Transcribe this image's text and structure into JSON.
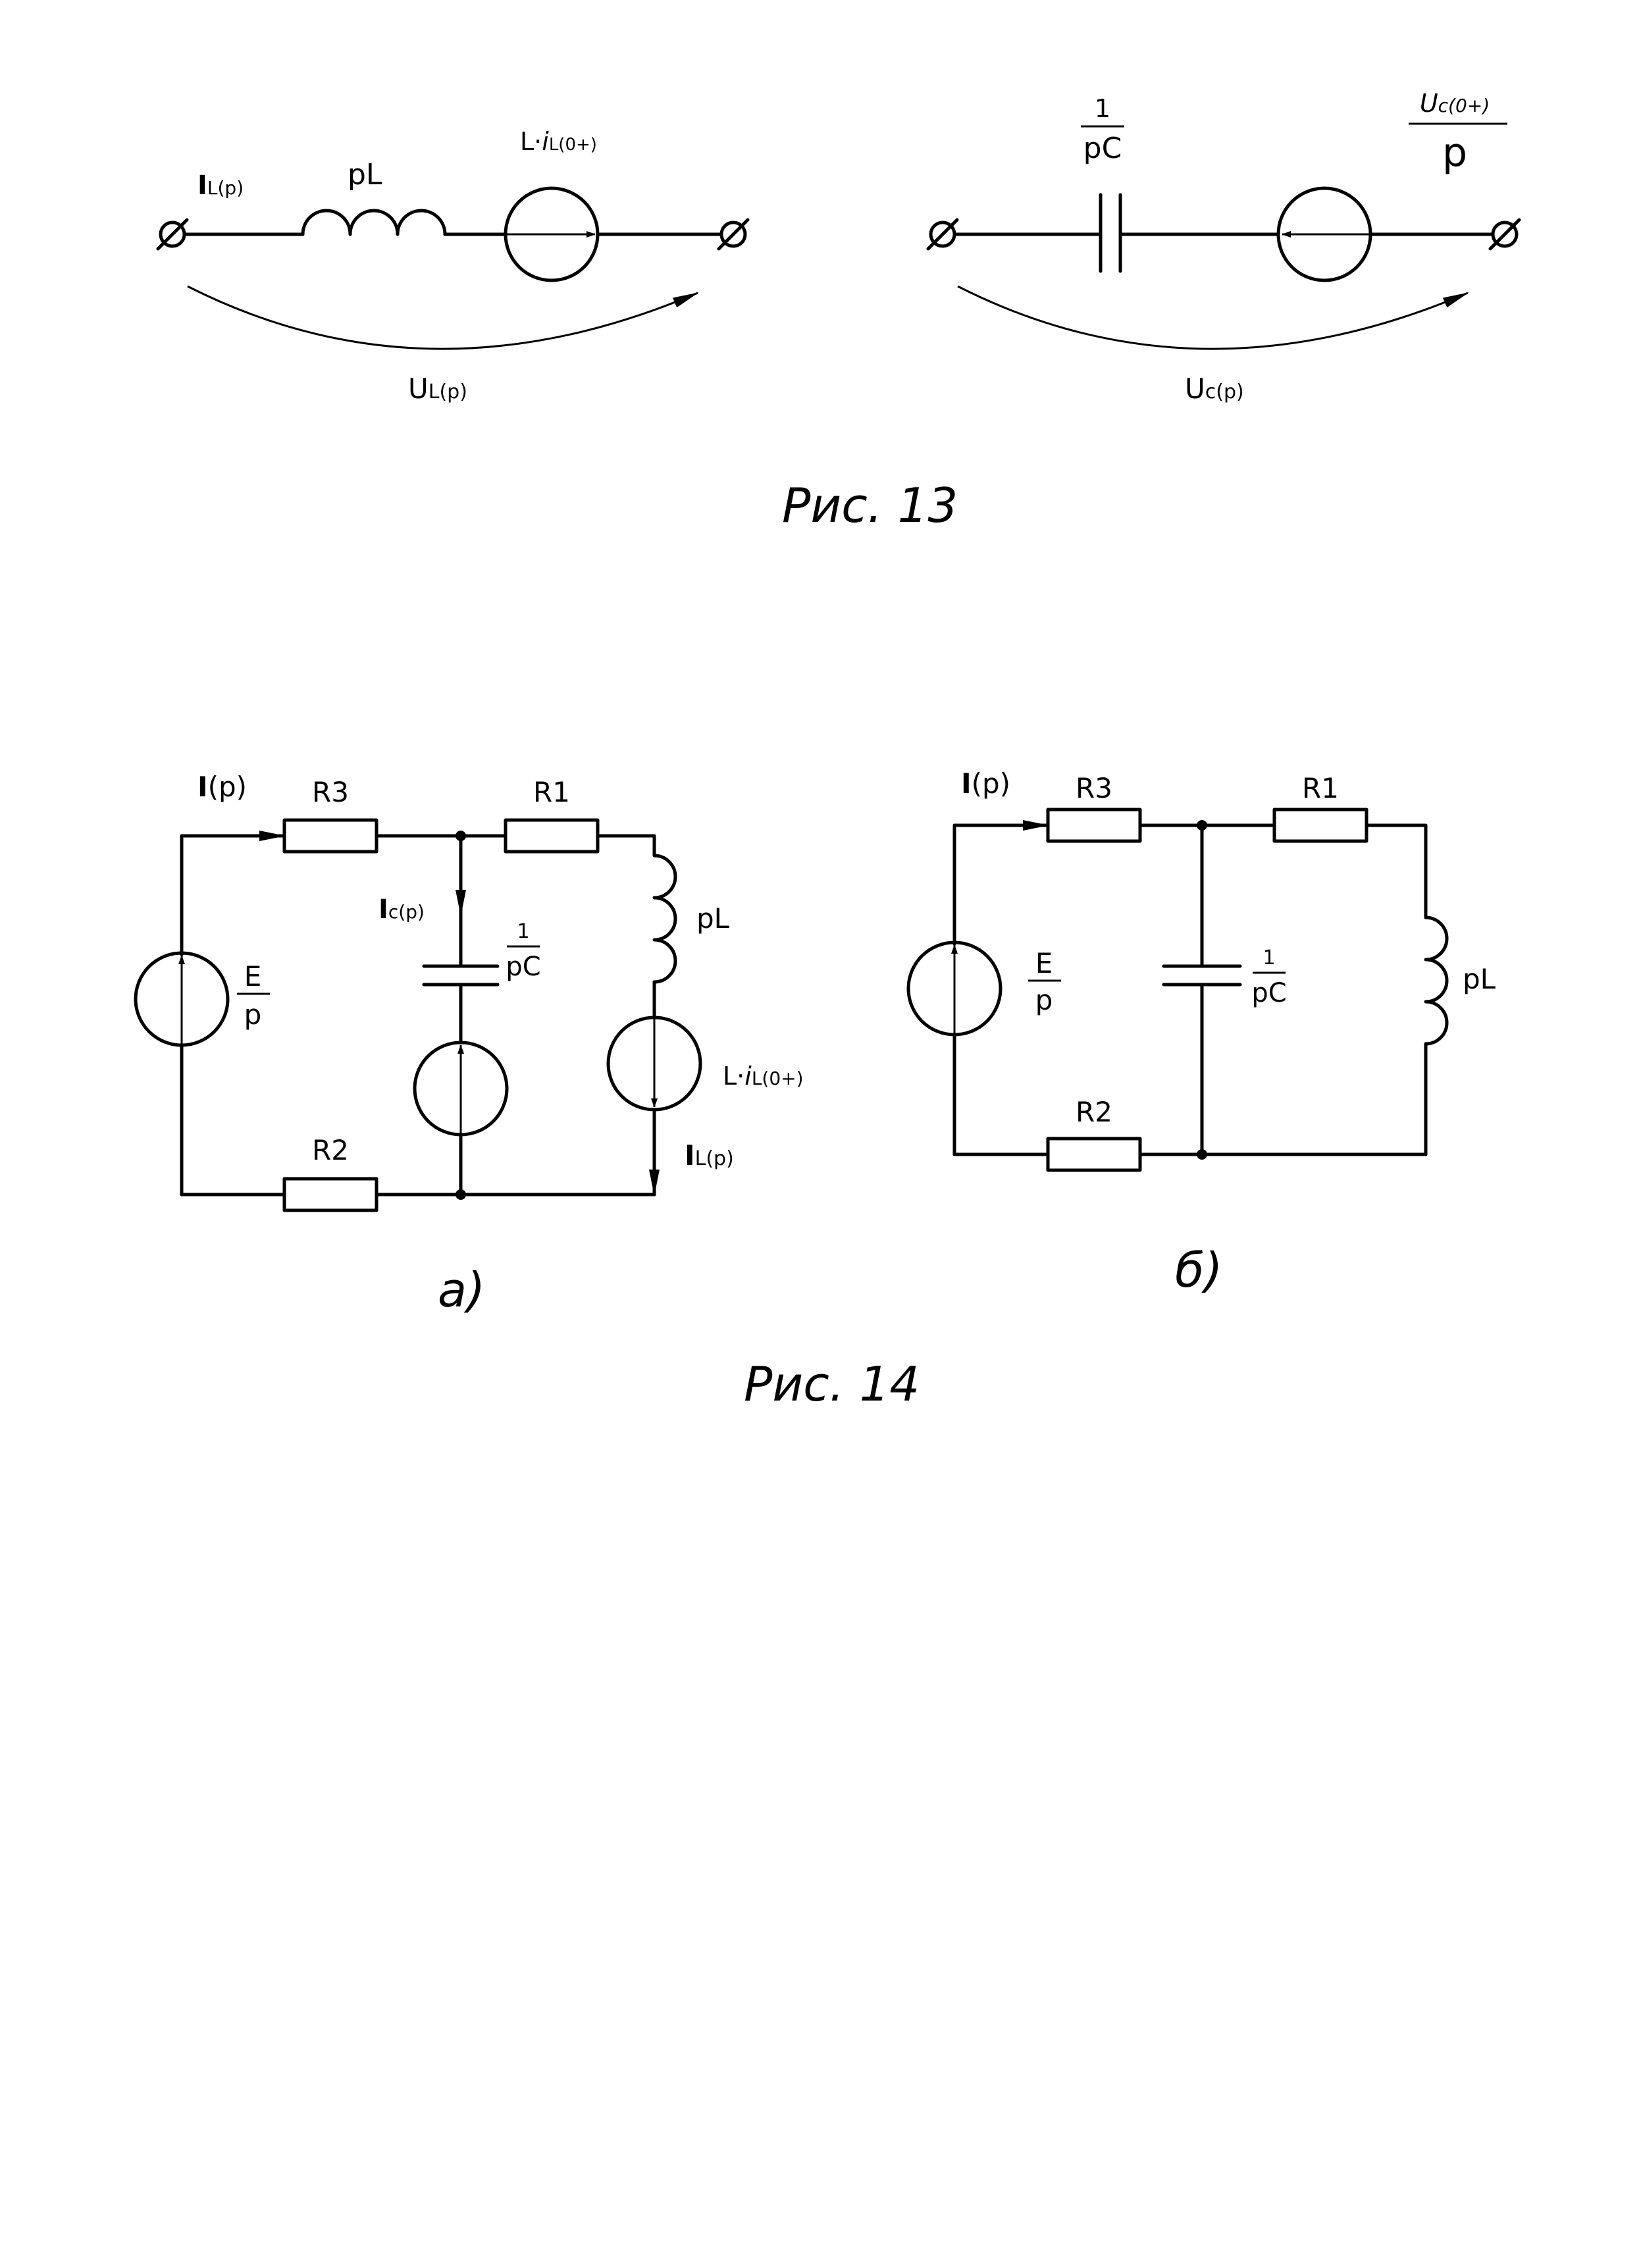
{
  "fig13": {
    "caption": "Рис. 13",
    "left": {
      "current_label": "I",
      "current_sub": "L(p)",
      "inductor_label": "pL",
      "source_label_main": "L·",
      "source_label_i": "i",
      "source_label_sub": "L(0+)",
      "voltage_label_main": "U",
      "voltage_label_sub": "L(p)"
    },
    "right": {
      "cap_num": "1",
      "cap_den": "pC",
      "source_num_main": "U",
      "source_num_sub": "c(0+)",
      "source_den": "p",
      "voltage_label_main": "U",
      "voltage_label_sub": "c(p)"
    }
  },
  "fig14": {
    "caption": "Рис. 14",
    "a": {
      "sub_caption": "a)",
      "current_main": "I",
      "current_sub": "(p)",
      "r3": "R3",
      "r1": "R1",
      "r2": "R2",
      "source_num": "E",
      "source_den": "p",
      "ic_main": "I",
      "ic_sub": "c(p)",
      "cap_num": "1",
      "cap_den": "pC",
      "inductor": "pL",
      "l_source_main": "L·",
      "l_source_i": "i",
      "l_source_sub": "L(0+)",
      "il_main": "I",
      "il_sub": "L(p)"
    },
    "b": {
      "sub_caption": "б)",
      "current_main": "I",
      "current_sub": "(p)",
      "r3": "R3",
      "r1": "R1",
      "r2": "R2",
      "source_num": "E",
      "source_den": "p",
      "cap_num": "1",
      "cap_den": "pC",
      "inductor": "pL"
    }
  }
}
